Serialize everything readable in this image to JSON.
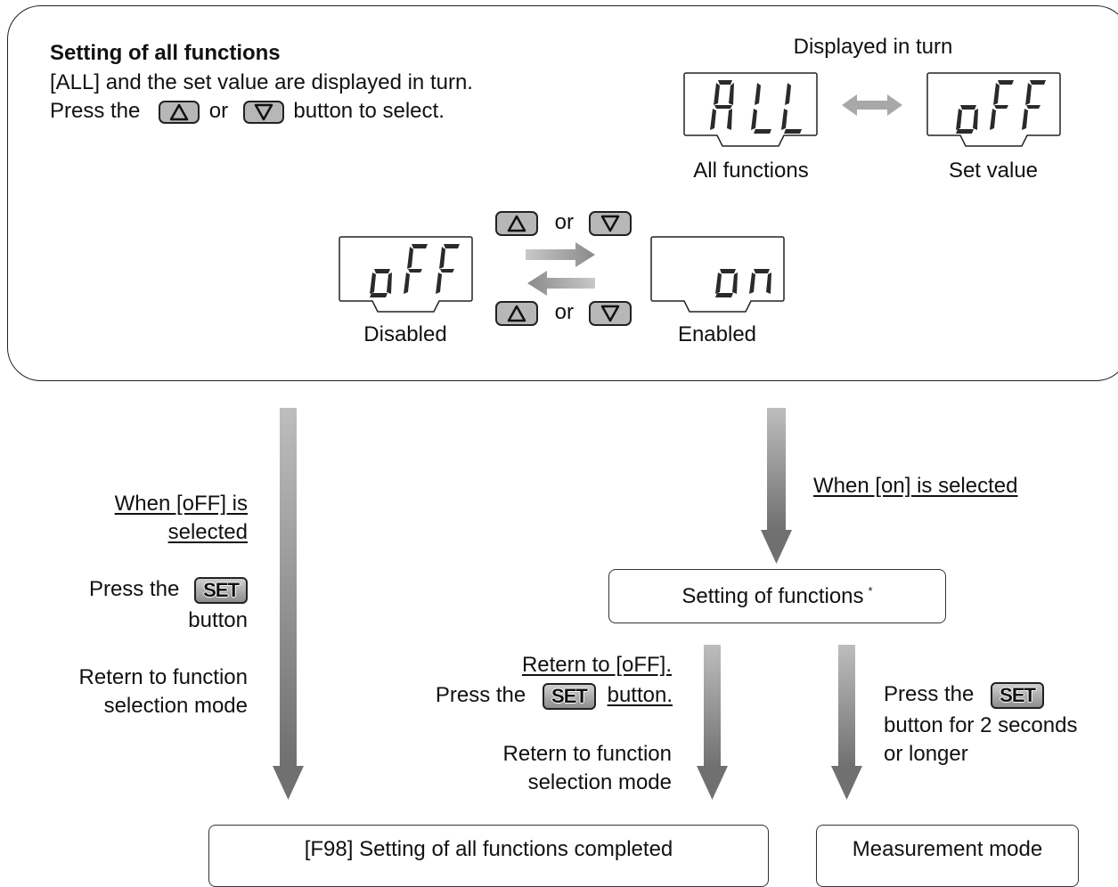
{
  "header": {
    "title": "Setting of all functions",
    "line1": "[ALL] and the set value are displayed in turn.",
    "line2_pre": "Press the",
    "line2_or": "or",
    "line2_post": "button to select."
  },
  "display_cycle": {
    "caption": "Displayed in turn",
    "left_display": "ALL",
    "left_label": "All functions",
    "right_display": "oFF",
    "right_label": "Set value"
  },
  "toggle": {
    "or_top": "or",
    "or_bottom": "or",
    "disabled_display": "oFF",
    "disabled_label": "Disabled",
    "enabled_display": "on",
    "enabled_label": "Enabled"
  },
  "left_branch": {
    "when_line1": "When [oFF] is",
    "when_line2": "selected",
    "press_pre": "Press the",
    "press_post": "button",
    "return_line1": "Retern to function",
    "return_line2": "selection mode"
  },
  "right_branch": {
    "when": "When [on] is selected",
    "setting_box": "Setting of functions",
    "asterisk": "*",
    "return_oFF": "Retern to [oFF].",
    "press_pre": "Press the",
    "press_post": "button.",
    "return_line1": "Retern to function",
    "return_line2": "selection mode",
    "hold_pre": "Press the",
    "hold_line2": "button for 2 seconds",
    "hold_line3": "or longer"
  },
  "keys": {
    "set": "SET"
  },
  "result_boxes": {
    "completed": "[F98] Setting of all functions completed",
    "measurement": "Measurement mode"
  }
}
